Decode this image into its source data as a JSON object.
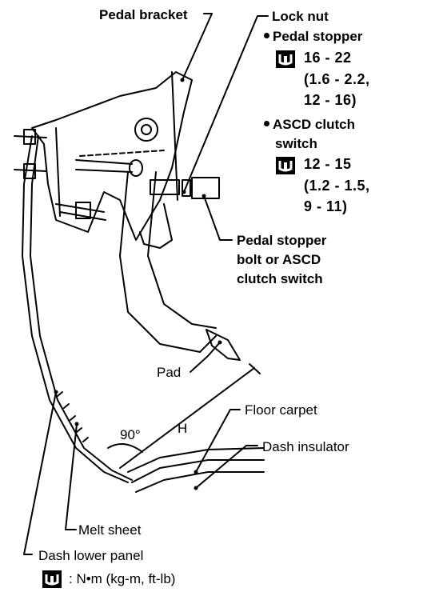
{
  "labels": {
    "pedal_bracket": "Pedal bracket",
    "lock_nut": "Lock nut",
    "pedal_stopper": "Pedal stopper",
    "pedal_stopper_torque": "16 - 22",
    "pedal_stopper_kgm": "(1.6 - 2.2,",
    "pedal_stopper_ftlb": "12 - 16)",
    "ascd_clutch_switch_1": "ASCD clutch",
    "ascd_clutch_switch_2": "switch",
    "ascd_torque": "12 - 15",
    "ascd_kgm": "(1.2 - 1.5,",
    "ascd_ftlb": "9 - 11)",
    "stopper_bolt_1": "Pedal stopper",
    "stopper_bolt_2": "bolt or ASCD",
    "stopper_bolt_3": "clutch switch",
    "pad": "Pad",
    "floor_carpet": "Floor carpet",
    "dash_insulator": "Dash insulator",
    "angle": "90°",
    "height": "H",
    "melt_sheet": "Melt sheet",
    "dash_lower_panel": "Dash lower panel",
    "units_legend": ":  N•m  (kg-m,  ft-lb)"
  },
  "icons": {
    "torque_wrench": "torque-wrench-icon"
  }
}
